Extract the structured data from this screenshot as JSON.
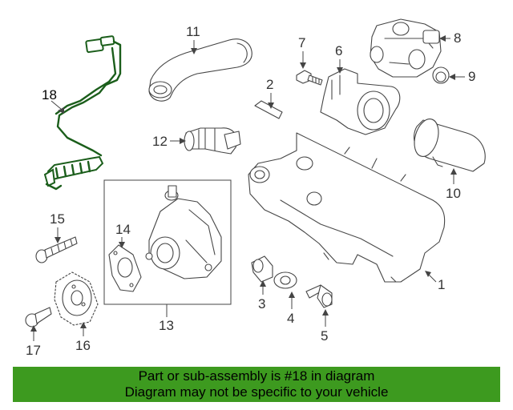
{
  "callouts": {
    "c1": "1",
    "c2": "2",
    "c3": "3",
    "c4": "4",
    "c5": "5",
    "c6": "6",
    "c7": "7",
    "c8": "8",
    "c9": "9",
    "c10": "10",
    "c11": "11",
    "c12": "12",
    "c13": "13",
    "c14": "14",
    "c15": "15",
    "c16": "16",
    "c17": "17",
    "c18": "18"
  },
  "highlight": {
    "part_number": "18",
    "color": "#1b5e1b"
  },
  "banner": {
    "line1": "Part or sub-assembly is #18 in diagram",
    "line2": "Diagram may not be specific to your vehicle",
    "background": "#3d9a1f"
  }
}
